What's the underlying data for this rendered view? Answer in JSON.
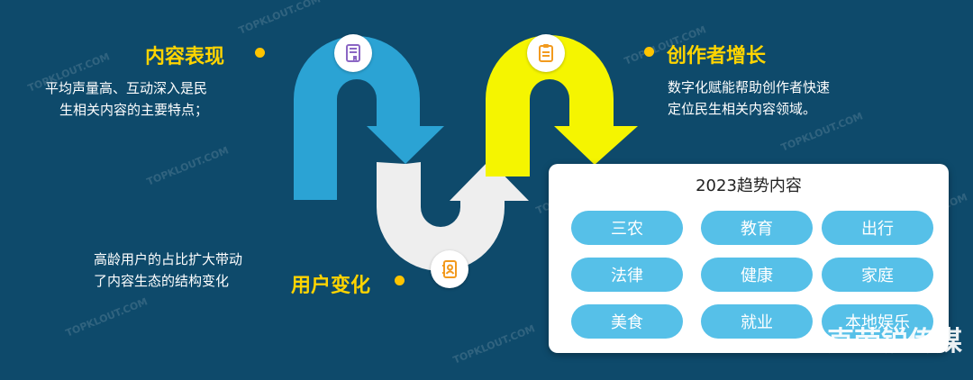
{
  "sections": {
    "content": {
      "title": "内容表现",
      "desc_lines": [
        "平均声量高、互动深入是民",
        "生相关内容的主要特点；"
      ]
    },
    "creator": {
      "title": "创作者增长",
      "desc_lines": [
        "数字化赋能帮助创作者快速",
        "定位民生相关内容领域。"
      ]
    },
    "user": {
      "title": "用户变化",
      "desc_lines": [
        "高龄用户的占比扩大带动",
        "了内容生态的结构变化"
      ]
    }
  },
  "card": {
    "title": "2023趋势内容",
    "tags": [
      "三农",
      "教育",
      "出行",
      "法律",
      "健康",
      "家庭",
      "美食",
      "就业",
      "本地娱乐"
    ]
  },
  "watermark": "TOPKLOUT.COM",
  "brand": "克劳锐传媒",
  "colors": {
    "background": "#0e4a6b",
    "arrow_blue": "#2ba3d4",
    "arrow_grey": "#eeeeee",
    "arrow_yellow": "#f5f500",
    "title_yellow": "#ffd400",
    "pill_blue": "#56c0e8",
    "dot": "#ffc400"
  },
  "icons": {
    "content": "book-icon",
    "creator": "document-icon",
    "user": "contact-book-icon"
  }
}
